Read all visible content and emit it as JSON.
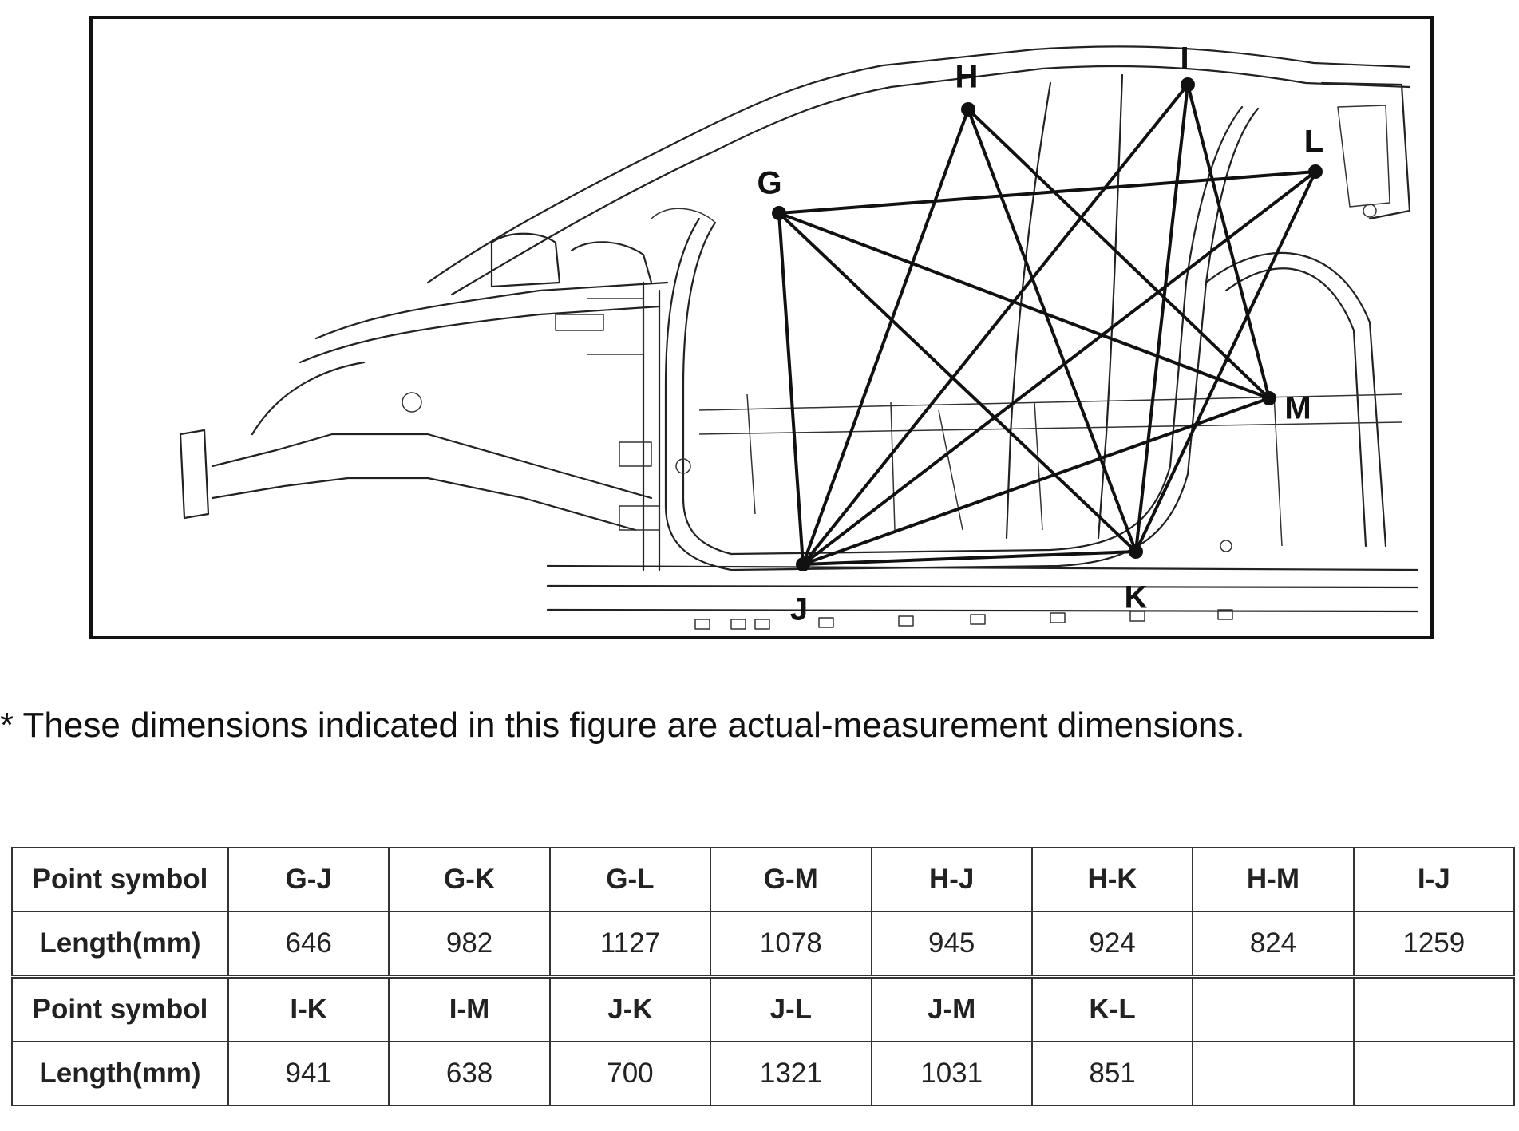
{
  "figure": {
    "points": [
      {
        "id": "G",
        "label": "G"
      },
      {
        "id": "H",
        "label": "H"
      },
      {
        "id": "I",
        "label": "I"
      },
      {
        "id": "L",
        "label": "L"
      },
      {
        "id": "M",
        "label": "M"
      },
      {
        "id": "J",
        "label": "J"
      },
      {
        "id": "K",
        "label": "K"
      }
    ],
    "connections": [
      "G-J",
      "G-K",
      "G-L",
      "G-M",
      "H-J",
      "H-K",
      "H-M",
      "I-J",
      "I-K",
      "I-M",
      "J-K",
      "J-L",
      "J-M",
      "K-L"
    ]
  },
  "note": "* These dimensions indicated in this figure are actual-measurement dimensions.",
  "table": {
    "header_label": "Point symbol",
    "value_label": "Length(mm)",
    "rows": [
      {
        "symbols": [
          "G-J",
          "G-K",
          "G-L",
          "G-M",
          "H-J",
          "H-K",
          "H-M",
          "I-J"
        ],
        "lengths": [
          "646",
          "982",
          "1127",
          "1078",
          "945",
          "924",
          "824",
          "1259"
        ]
      },
      {
        "symbols": [
          "I-K",
          "I-M",
          "J-K",
          "J-L",
          "J-M",
          "K-L",
          "",
          ""
        ],
        "lengths": [
          "941",
          "638",
          "700",
          "1321",
          "1031",
          "851",
          "",
          ""
        ]
      }
    ]
  }
}
